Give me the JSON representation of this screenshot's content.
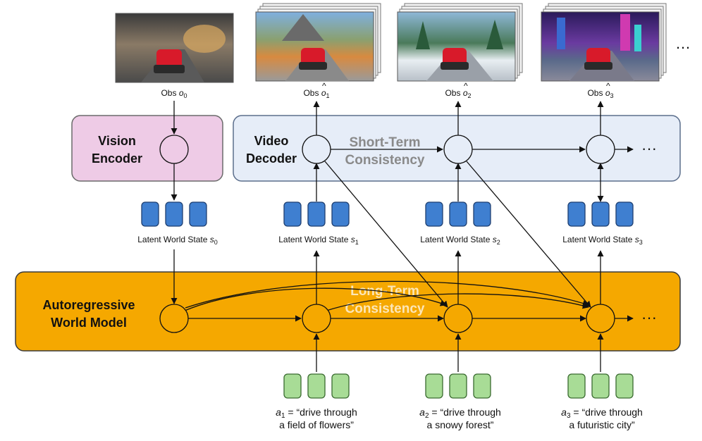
{
  "colors": {
    "vision_encoder_fill": "#eecbe6",
    "vision_encoder_stroke": "#6b6b6b",
    "video_decoder_fill": "#e6edf8",
    "video_decoder_stroke": "#5b6e8c",
    "world_model_fill": "#f5a800",
    "world_model_stroke": "#3a3a3a",
    "latent_block": "#3f7fd0",
    "latent_block_stroke": "#1f3f70",
    "action_block": "#a8dc96",
    "action_block_stroke": "#3a6a30",
    "node_orange": "#f5a800"
  },
  "vision_encoder": {
    "line1": "Vision",
    "line2": "Encoder"
  },
  "video_decoder": {
    "line1": "Video",
    "line2": "Decoder"
  },
  "world_model": {
    "line1": "Autoregressive",
    "line2": "World Model"
  },
  "short_term": {
    "line1": "Short-Term",
    "line2": "Consistency"
  },
  "long_term": {
    "line1": "Long-Term",
    "line2": "Consistency"
  },
  "observations": [
    {
      "label": "Obs",
      "sym": "o",
      "sub": "0",
      "hat": false,
      "scene": "tunnel"
    },
    {
      "label": "Obs",
      "sym": "o",
      "sub": "1",
      "hat": true,
      "scene": "flowers"
    },
    {
      "label": "Obs",
      "sym": "o",
      "sub": "2",
      "hat": true,
      "scene": "snow"
    },
    {
      "label": "Obs",
      "sym": "o",
      "sub": "3",
      "hat": true,
      "scene": "city"
    }
  ],
  "latents": [
    {
      "label": "Latent World State",
      "sym": "s",
      "sub": "0"
    },
    {
      "label": "Latent World State",
      "sym": "s",
      "sub": "1"
    },
    {
      "label": "Latent World State",
      "sym": "s",
      "sub": "2"
    },
    {
      "label": "Latent World State",
      "sym": "s",
      "sub": "3"
    }
  ],
  "actions": [
    {
      "sym": "a",
      "sub": "1",
      "line1": " = “drive through",
      "line2": "a field of flowers”"
    },
    {
      "sym": "a",
      "sub": "2",
      "line1": " = “drive through",
      "line2": "a snowy forest”"
    },
    {
      "sym": "a",
      "sub": "3",
      "line1": " = “drive through",
      "line2": "a futuristic city”"
    }
  ],
  "ellipsis": "…",
  "ellipsis_row": "···"
}
